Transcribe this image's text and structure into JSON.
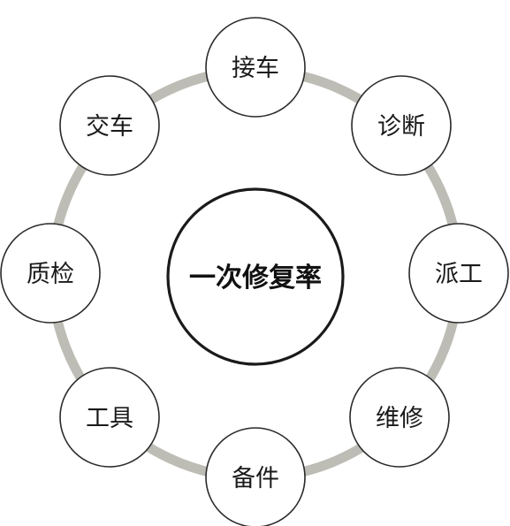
{
  "diagram": {
    "center": {
      "label": "一次修复率"
    },
    "ring_color": "#bdbdb5",
    "border_color": "#2a2a2a",
    "nodes": [
      {
        "id": "jieche",
        "label": "接车"
      },
      {
        "id": "zhenduan",
        "label": "诊断"
      },
      {
        "id": "paigong",
        "label": "派工"
      },
      {
        "id": "weixiu",
        "label": "维修"
      },
      {
        "id": "beijian",
        "label": "备件"
      },
      {
        "id": "gongju",
        "label": "工具"
      },
      {
        "id": "zhijian",
        "label": "质检"
      },
      {
        "id": "jiaoche",
        "label": "交车"
      }
    ]
  }
}
